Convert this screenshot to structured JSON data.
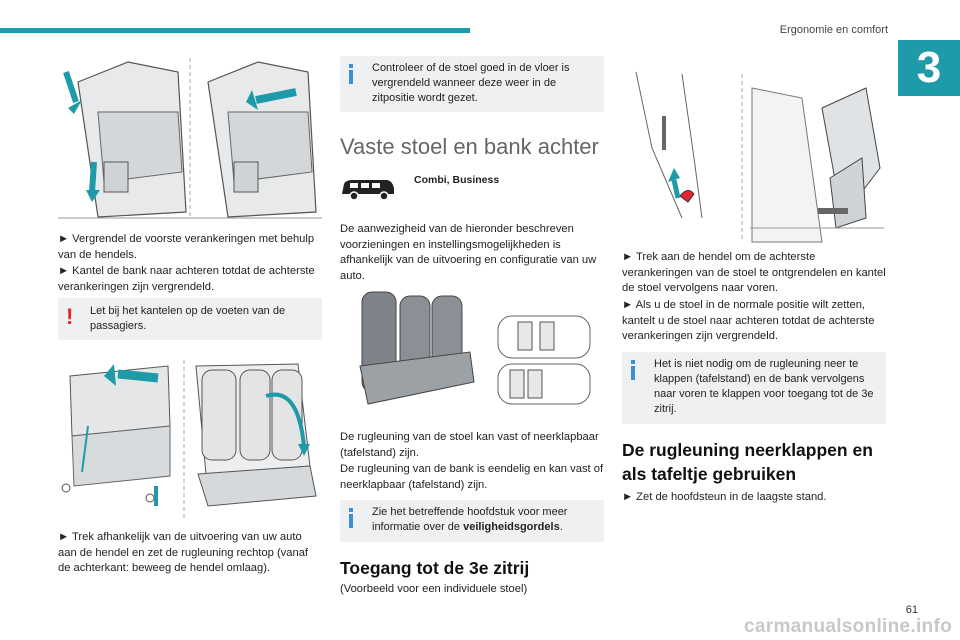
{
  "header": {
    "title": "Ergonomie en comfort",
    "chapter": "3",
    "page": "61",
    "watermark": "carmanualsonline.info"
  },
  "col1": {
    "p1": "► Vergrendel de voorste verankeringen met behulp van de hendels.",
    "p2": "► Kantel de bank naar achteren totdat de achterste verankeringen zijn vergrendeld.",
    "warning": "Let bij het kantelen op de voeten van de passagiers.",
    "p3": "► Trek afhankelijk van de uitvoering van uw auto aan de hendel en zet de rugleuning rechtop (vanaf de achterkant: beweeg de hendel omlaag)."
  },
  "col2": {
    "note1": "Controleer of de stoel goed in de vloer is vergrendeld wanneer deze weer in de zitpositie wordt gezet.",
    "heading1": "Vaste stoel en bank achter",
    "variant": "Combi, Business",
    "p1": "De aanwezigheid van de hieronder beschreven voorzieningen en instellingsmogelijkheden is afhankelijk van de uitvoering en configuratie van uw auto.",
    "p2a": "De rugleuning van de stoel kan vast of neerklapbaar (tafelstand) zijn.",
    "p2b": "De rugleuning van de bank is eendelig en kan vast of neerklapbaar (tafelstand) zijn.",
    "note2_text": "Zie het betreffende hoofdstuk voor meer informatie over de ",
    "note2_bold": "veiligheidsgordels",
    "note2_end": ".",
    "heading2": "Toegang tot de 3e zitrij",
    "caption": "(Voorbeeld voor een individuele stoel)"
  },
  "col3": {
    "p1": "► Trek aan de hendel om de achterste verankeringen van de stoel te ontgrendelen en kantel de stoel vervolgens naar voren.",
    "p2": "► Als u de stoel in de normale positie wilt zetten, kantelt u de stoel naar achteren totdat de achterste verankeringen zijn vergrendeld.",
    "note": "Het is niet nodig om de rugleuning neer te klappen (tafelstand) en de bank vervolgens naar voren te klappen voor toegang tot de 3e zitrij.",
    "heading": "De rugleuning neerklappen en als tafeltje gebruiken",
    "p3": "► Zet de hoofdsteun in de laagste stand."
  },
  "colors": {
    "accent": "#1f9aa8",
    "info": "#3a8fd6",
    "warning": "#e3262f",
    "note_bg": "#eef0f2"
  }
}
